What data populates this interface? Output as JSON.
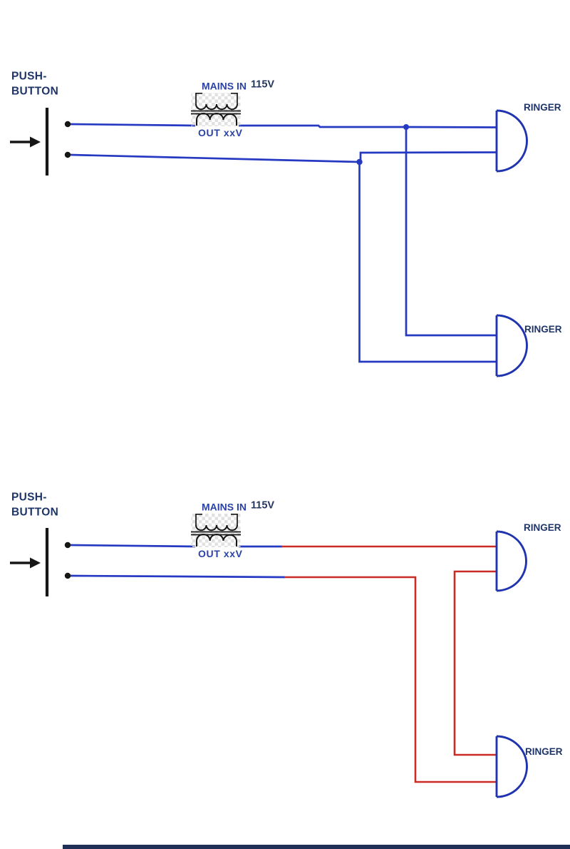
{
  "colors": {
    "wire_blue": "#2539c2",
    "wire_red": "#cc2a25",
    "ringer_blue": "#2134b0",
    "ink": "#161616",
    "label_navy": "#1f3569",
    "label_blue": "#2c43a6",
    "label_dark": "#25365f",
    "checker_gray": "#d9d9d9",
    "bottom_bar": "#1f2f55"
  },
  "circuit1": {
    "push_button": {
      "line1": "PUSH-",
      "line2": "BUTTON"
    },
    "transformer": {
      "mains_in": "MAINS IN",
      "mains_voltage": "115V",
      "out": "OUT xxV"
    },
    "ringer_top_label": "RINGER",
    "ringer_bottom_label": "RINGER"
  },
  "circuit2": {
    "push_button": {
      "line1": "PUSH-",
      "line2": "BUTTON"
    },
    "transformer": {
      "mains_in": "MAINS IN",
      "mains_voltage": "115V",
      "out": "OUT xxV"
    },
    "ringer_top_label": "RINGER",
    "ringer_bottom_label": "RINGER"
  }
}
